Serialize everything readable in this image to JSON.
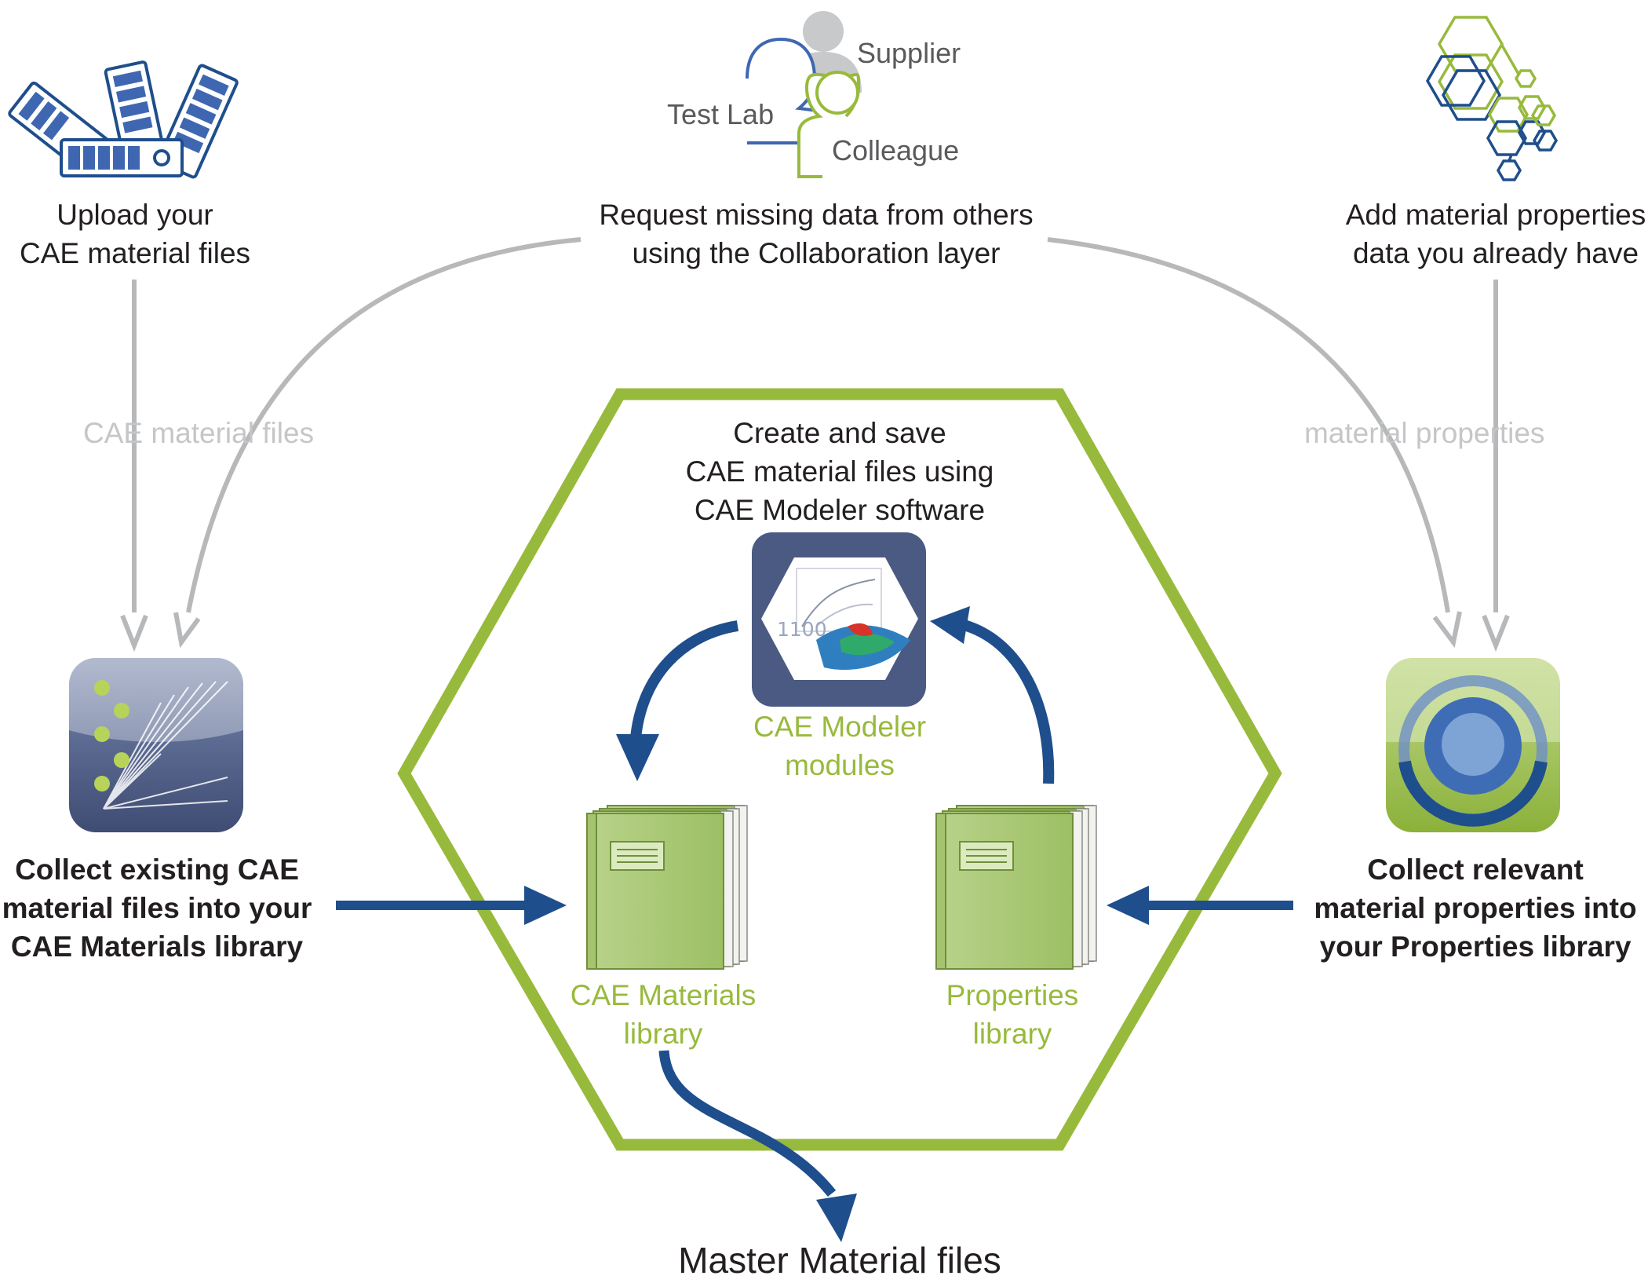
{
  "top": {
    "upload": {
      "line1": "Upload your",
      "line2": "CAE material files"
    },
    "request": {
      "line1": "Request missing data from others",
      "line2": "using the Collaboration layer"
    },
    "add": {
      "line1": "Add material properties",
      "line2": "data you already have"
    },
    "people": {
      "supplier": "Supplier",
      "test_lab": "Test Lab",
      "colleague": "Colleague"
    }
  },
  "flows": {
    "cae_files": "CAE material files",
    "properties": "material properties"
  },
  "center": {
    "create": {
      "line1": "Create and save",
      "line2": "CAE material files using",
      "line3": "CAE Modeler software"
    },
    "modeler": {
      "line1": "CAE Modeler",
      "line2": "modules",
      "graphic_text": "1100"
    },
    "cae_library": {
      "line1": "CAE Materials",
      "line2": "library"
    },
    "properties_library": {
      "line1": "Properties",
      "line2": "library"
    }
  },
  "left": {
    "line1": "Collect existing CAE",
    "line2": "material files into your",
    "line3": "CAE Materials library"
  },
  "right": {
    "line1": "Collect relevant",
    "line2": "material properties into",
    "line3": "your Properties library"
  },
  "bottom": {
    "output": "Master Material files"
  },
  "colors": {
    "navy": "#1f4e8c",
    "green": "#98ba3c",
    "grey": "#b7b8ba",
    "text": "#231f20",
    "flow_label": "#c5c6c8"
  }
}
